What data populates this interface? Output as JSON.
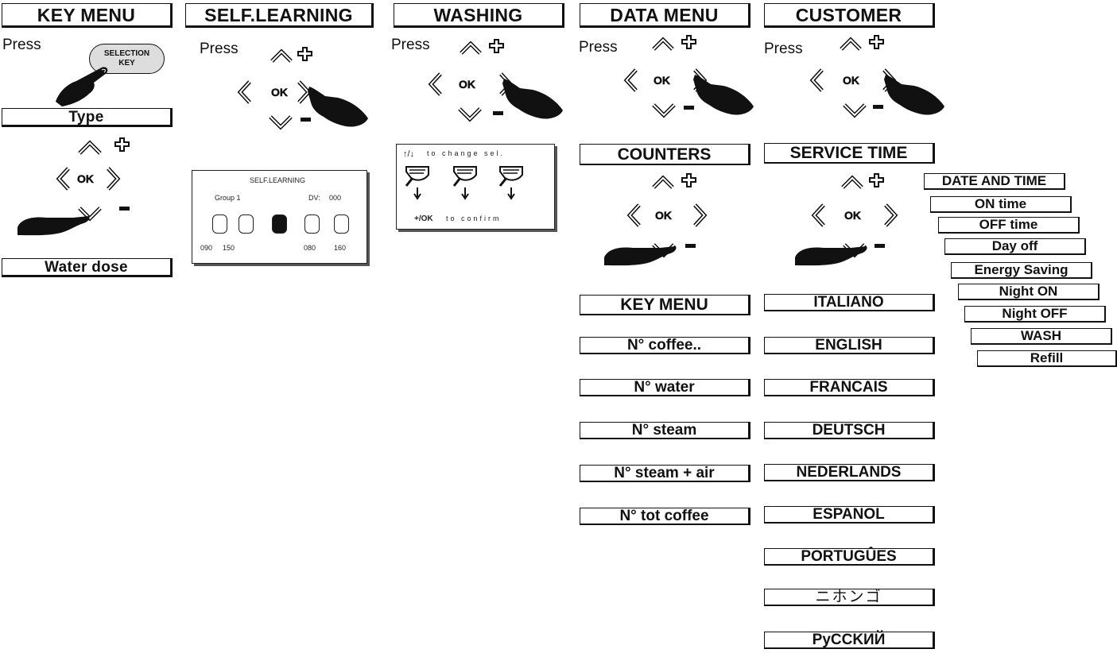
{
  "columns": [
    {
      "header": "KEY MENU",
      "press": "Press"
    },
    {
      "header": "SELF.LEARNING",
      "press": "Press"
    },
    {
      "header": "WASHING",
      "press": "Press"
    },
    {
      "header": "DATA MENU",
      "press": "Press"
    },
    {
      "header": "CUSTOMER",
      "press": "Press"
    }
  ],
  "selection_key": {
    "line1": "SELECTION",
    "line2": "KEY"
  },
  "key_menu": {
    "item1": "Type",
    "item2": "Water dose"
  },
  "self_learning_display": {
    "title": "SELF.LEARNING",
    "group": "Group 1",
    "dv_label": "DV:",
    "dv_value": "000",
    "values": [
      "090",
      "150",
      "080",
      "160"
    ]
  },
  "washing_display": {
    "line1": "to change sel.",
    "line2": "to confirm",
    "ok": "OK"
  },
  "pad_labels": {
    "ok": "OK",
    "plus": "+",
    "minus": "−"
  },
  "data_menu": {
    "sub": "COUNTERS",
    "items": [
      "KEY MENU",
      "N° coffee..",
      "N° water",
      "N° steam",
      "N° steam + air",
      "N° tot coffee"
    ]
  },
  "customer": {
    "sub": "SERVICE TIME",
    "languages": [
      "ITALIANO",
      "ENGLISH",
      "FRANCAIS",
      "DEUTSCH",
      "NEDERLANDS",
      "ESPANOL",
      "PORTUGÛES",
      "ニホンゴ",
      "PyCCKИЙ"
    ],
    "service_items": [
      "DATE AND TIME",
      "ON time",
      "OFF time",
      "Day off",
      "Energy Saving",
      "Night ON",
      "Night OFF",
      "WASH",
      "Refill"
    ]
  }
}
